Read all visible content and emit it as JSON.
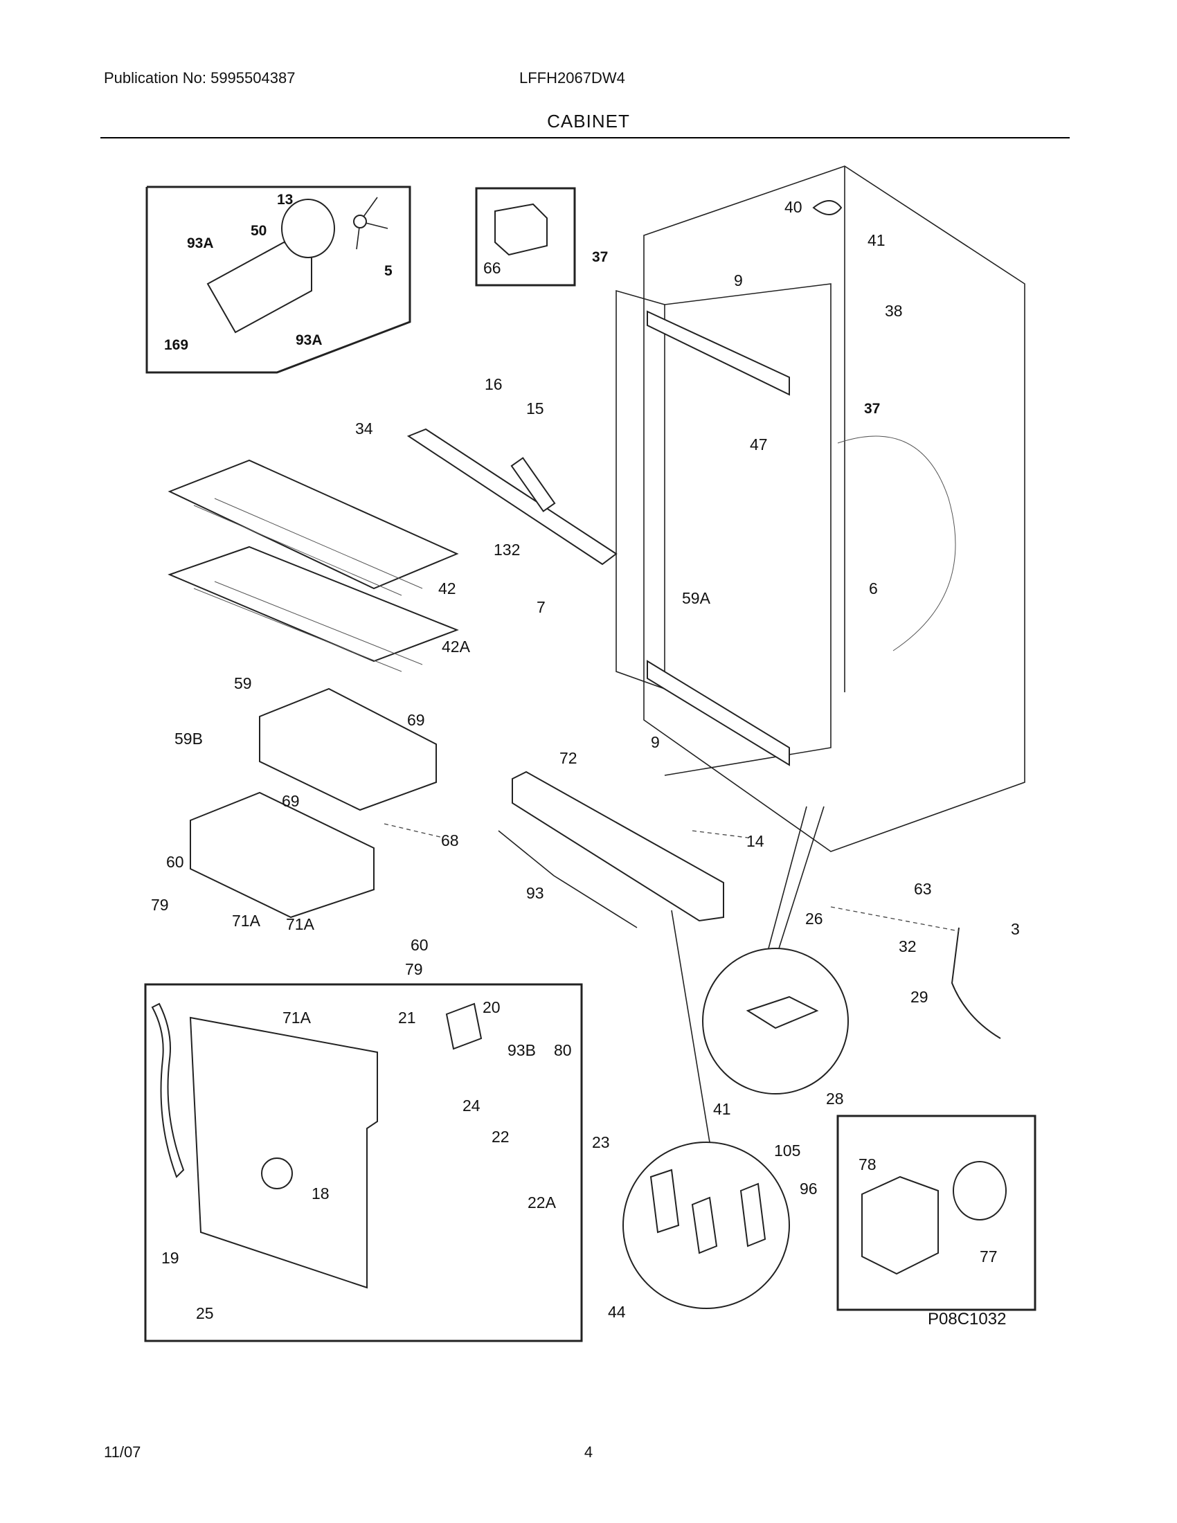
{
  "header": {
    "publication": "Publication No: 5995504387",
    "model": "LFFH2067DW4",
    "section_title": "CABINET"
  },
  "figure_code": "P08C1032",
  "footer": {
    "date": "11/07",
    "page": "4"
  },
  "callouts": [
    "13",
    "93A",
    "50",
    "5",
    "169",
    "93A",
    "66",
    "37",
    "40",
    "41",
    "9",
    "38",
    "37",
    "16",
    "15",
    "34",
    "47",
    "132",
    "42",
    "42A",
    "7",
    "59A",
    "6",
    "59",
    "69",
    "59B",
    "69",
    "68",
    "72",
    "9",
    "14",
    "63",
    "60",
    "79",
    "71A",
    "71A",
    "60",
    "79",
    "93",
    "26",
    "3",
    "32",
    "29",
    "71A",
    "21",
    "20",
    "93B",
    "80",
    "24",
    "22",
    "18",
    "22A",
    "41",
    "28",
    "23",
    "105",
    "96",
    "44",
    "78",
    "77",
    "19",
    "25"
  ]
}
